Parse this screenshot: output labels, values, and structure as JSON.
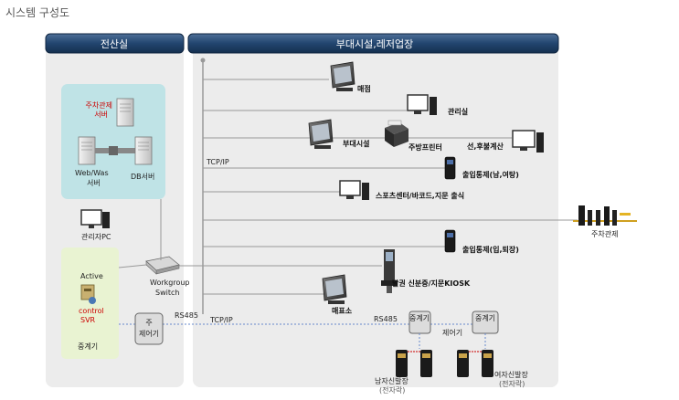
{
  "page_title": "시스템 구성도",
  "headers": {
    "server_room": "전산실",
    "facility": "부대시설,레저업장"
  },
  "server_room": {
    "parking_server_l1": "주차관제",
    "parking_server_l2": "서버",
    "web_was_l1": "Web/Was",
    "web_was_l2": "서버",
    "db_server": "DB서버",
    "admin_pc": "관리자PC",
    "active": "Active",
    "control_l1": "control",
    "control_l2": "SVR",
    "relay_server": "중계기",
    "switch_l1": "Workgroup",
    "switch_l2": "Switch"
  },
  "facility": {
    "store": "매점",
    "admin_office": "관리실",
    "annex": "부대시설",
    "kitchen_printer": "주방프린터",
    "prepaid_postpaid": "선,후불계산",
    "tcp_ip_1": "TCP/IP",
    "access_male_female": "출입통제(남,여탕)",
    "sports_center": "스포츠센터/바코드,지문 출식",
    "parking_control": "주차관제",
    "access_entry_exit": "출입통제(입,퇴장)",
    "kiosk": "발권 신분증/지문KIOSK",
    "ticket_booth": "매표소",
    "rs485_left": "RS485",
    "tcp_ip_2": "TCP/IP",
    "rs485_right": "RS485",
    "main_controller_l1": "주",
    "main_controller_l2": "제어기",
    "relay_1": "중계기",
    "relay_2": "중계기",
    "controller": "제어기",
    "male_locker_l1": "남자신발장",
    "male_locker_l2": "(전자락)",
    "female_locker_l1": "여자신발장",
    "female_locker_l2": "(전자락)"
  },
  "colors": {
    "header_bg": "#1f3f66",
    "panel_bg": "#ececec",
    "server_box": "#bfe3e6",
    "relay_box": "#e9f3d2",
    "red_text": "#cc0000"
  }
}
